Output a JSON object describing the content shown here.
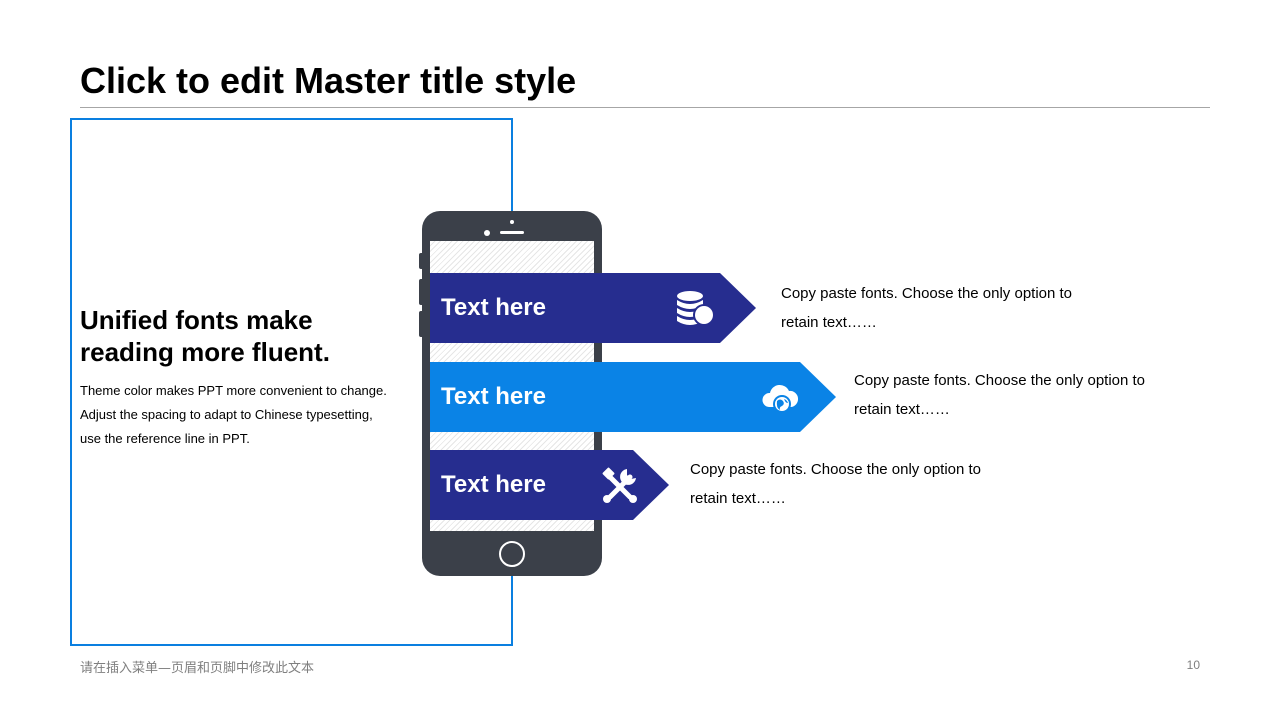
{
  "slide": {
    "title": "Click to edit Master title style",
    "footer_note": "请在插入菜单—页眉和页脚中修改此文本",
    "page_number": "10"
  },
  "left_panel": {
    "headline_line1": "Unified fonts make",
    "headline_line2": "reading more fluent.",
    "body_line1": "Theme color makes PPT more convenient to change.",
    "body_line2": "Adjust the spacing to adapt to Chinese typesetting,",
    "body_line3": "use the reference line in PPT."
  },
  "tags": [
    {
      "label": "Text here",
      "icon": "coins-icon",
      "color": "#262d8f",
      "desc_line1": "Copy paste fonts. Choose the only option to",
      "desc_line2": "retain text……"
    },
    {
      "label": "Text here",
      "icon": "cloud-globe-icon",
      "color": "#0a83e6",
      "desc_line1": "Copy paste fonts. Choose the only option to",
      "desc_line2": "retain text……"
    },
    {
      "label": "Text here",
      "icon": "tools-icon",
      "color": "#262d8f",
      "desc_line1": "Copy paste fonts. Choose the only option to",
      "desc_line2": "retain text……"
    }
  ],
  "colors": {
    "frame": "#0a7fe0",
    "phone": "#3b4049",
    "navy": "#262d8f",
    "blue": "#0a83e6"
  }
}
